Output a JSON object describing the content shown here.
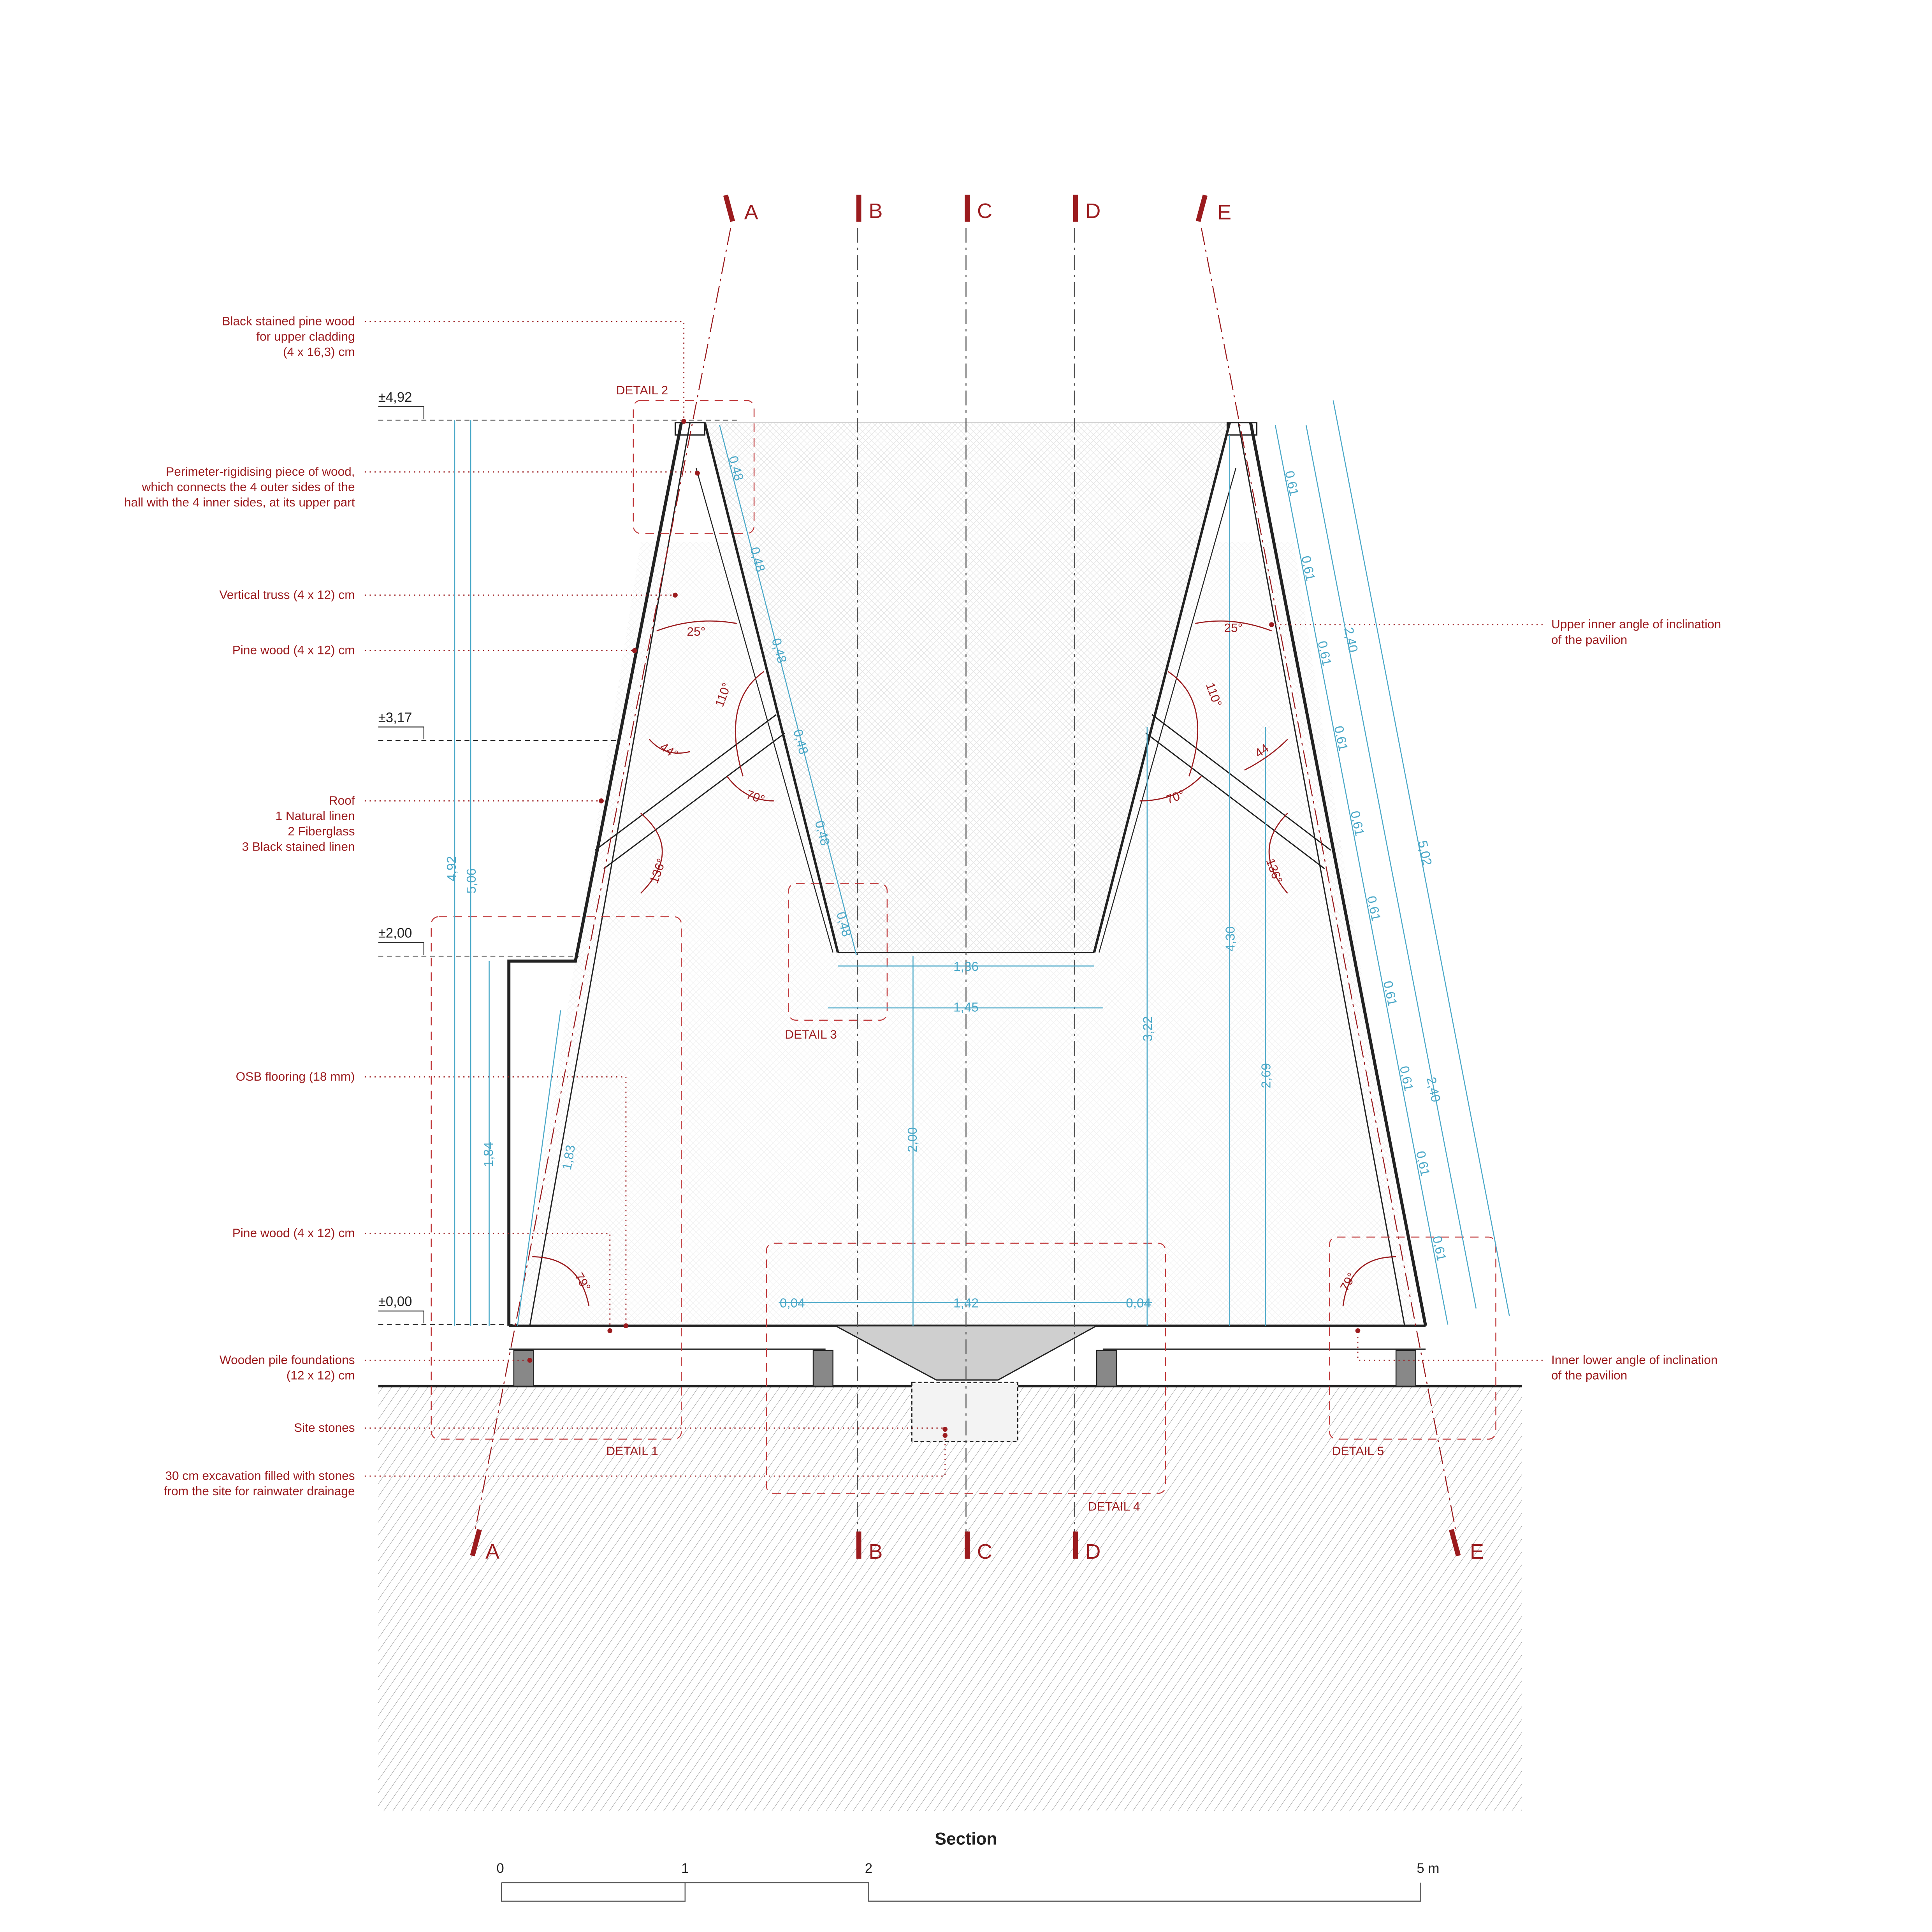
{
  "title": "Section",
  "colors": {
    "annotation": "#9b1b1e",
    "dimension": "#4aa8c8",
    "structure": "#222222"
  },
  "section_markers": [
    "A",
    "B",
    "C",
    "D",
    "E"
  ],
  "levels": [
    "±4,92",
    "±3,17",
    "±2,00",
    "±0,00"
  ],
  "details": [
    "DETAIL 1",
    "DETAIL 2",
    "DETAIL 3",
    "DETAIL 4",
    "DETAIL 5"
  ],
  "left_labels": [
    [
      "Black stained pine wood",
      "for upper cladding",
      "(4 x 16,3) cm"
    ],
    [
      "Perimeter-rigidising piece of wood,",
      "which connects the 4 outer sides of the",
      "hall with the 4 inner sides, at its upper part"
    ],
    [
      "Vertical truss (4 x 12) cm"
    ],
    [
      "Pine wood (4 x 12) cm"
    ],
    [
      "Roof",
      "1 Natural linen",
      "2 Fiberglass",
      "3 Black stained linen"
    ],
    [
      "OSB flooring (18 mm)"
    ],
    [
      "Pine wood (4 x 12) cm"
    ],
    [
      "Wooden pile foundations",
      "(12 x 12) cm"
    ],
    [
      "Site stones"
    ],
    [
      "30 cm excavation filled with stones",
      "from the site for rainwater drainage"
    ]
  ],
  "right_labels": [
    [
      "Upper inner angle of inclination",
      "of the pavilion"
    ],
    [
      "Inner lower angle of inclination",
      "of the pavilion"
    ]
  ],
  "angles": {
    "left": [
      "25°",
      "110°",
      "44°",
      "70°",
      "136°",
      "79°"
    ],
    "right": [
      "25°",
      "110°",
      "44",
      "70°",
      "136°",
      "79°"
    ]
  },
  "dimensions": {
    "left_inner": [
      "0,48",
      "0,48",
      "0,48",
      "0,48",
      "0,48",
      "0,48"
    ],
    "right_outer": [
      "0,61",
      "0,61",
      "0,61",
      "0,61",
      "0,61",
      "0,61",
      "0,61",
      "0,61",
      "0,61",
      "0,61"
    ],
    "right_total": [
      "2,40",
      "5,02",
      "2,40"
    ],
    "left_vertical": [
      "4,92",
      "5,06",
      "1,84",
      "1,83"
    ],
    "center": [
      "1,36",
      "1,45",
      "2,00",
      "3,22",
      "4,30",
      "2,69"
    ],
    "floor": [
      "0,04",
      "1,42",
      "0,04"
    ]
  },
  "scale_bar": {
    "ticks": [
      "0",
      "1",
      "2",
      "5 m"
    ]
  }
}
